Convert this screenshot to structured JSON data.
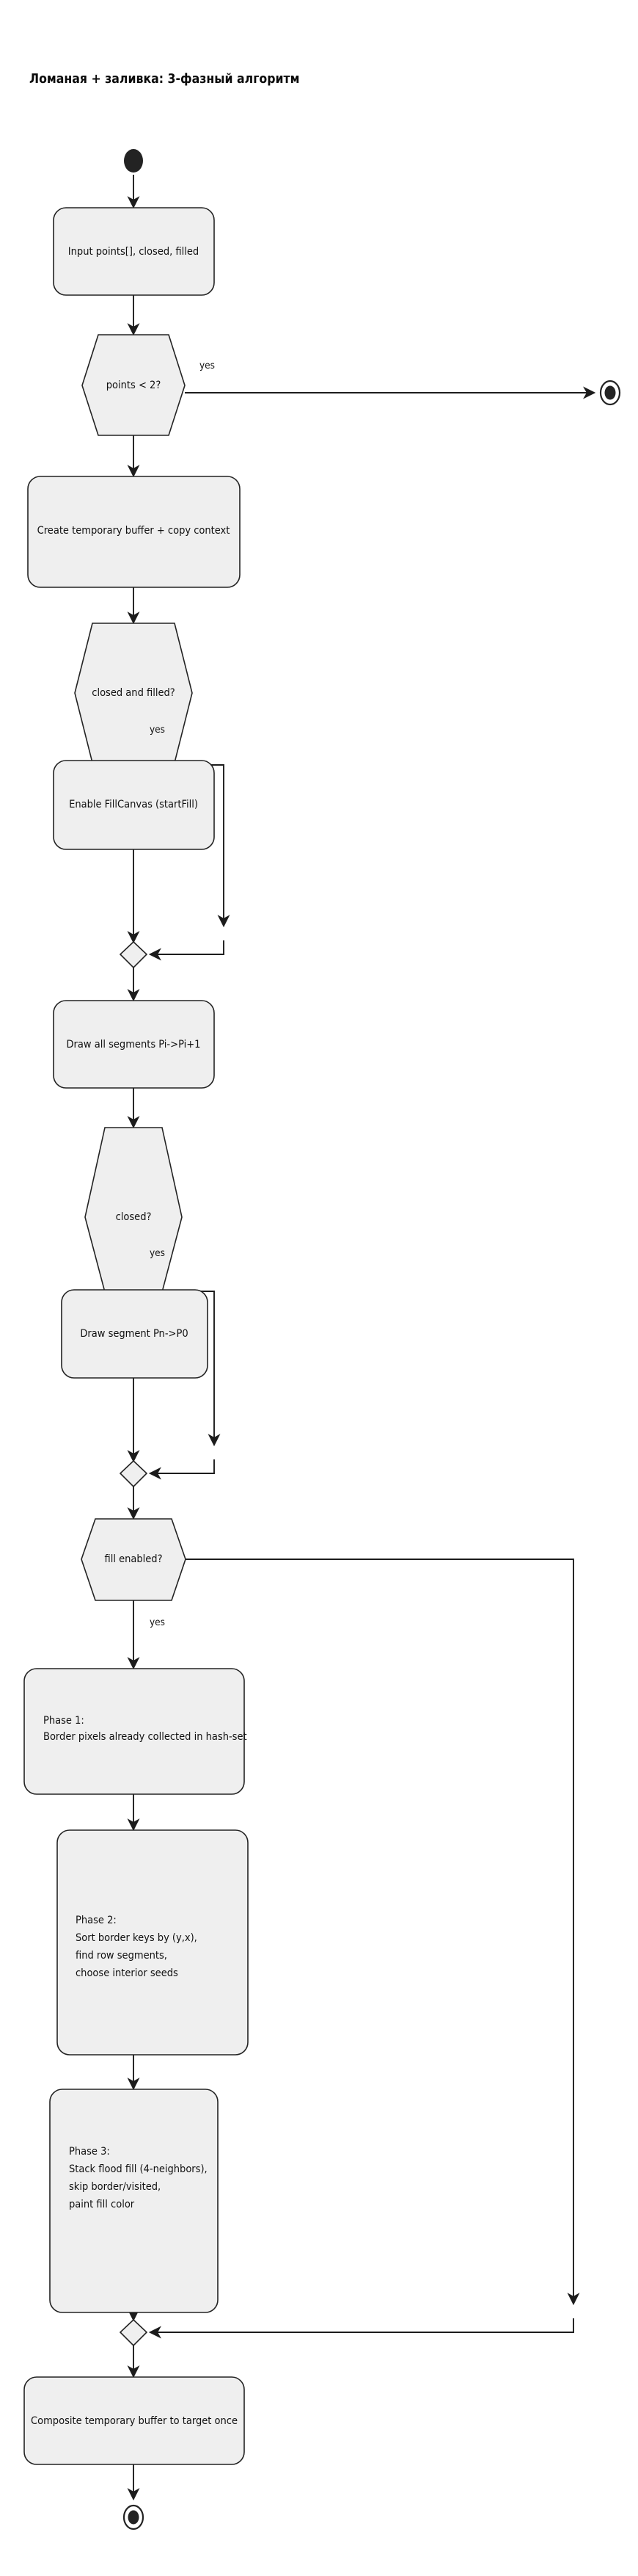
{
  "diagram": {
    "title": "Ломаная + заливка: 3-фазный алгоритм",
    "type": "activity-flowchart",
    "orientation": "top-to-bottom",
    "colors": {
      "node_fill": "#efefef",
      "node_stroke": "#232323",
      "edge_stroke": "#1c1c1c",
      "terminal_fill": "#232323",
      "background": "#ffffff",
      "text": "#111111"
    },
    "nodes": [
      {
        "id": "start",
        "kind": "initial-node",
        "label": ""
      },
      {
        "id": "input",
        "kind": "action",
        "label": "Input points[], closed, filled"
      },
      {
        "id": "points_lt_2",
        "kind": "decision",
        "label": "points < 2?"
      },
      {
        "id": "early_end",
        "kind": "final-node",
        "label": ""
      },
      {
        "id": "create_buf",
        "kind": "action",
        "label": "Create temporary buffer + copy context"
      },
      {
        "id": "closed_filled",
        "kind": "decision",
        "label": "closed and filled?"
      },
      {
        "id": "enable_fill",
        "kind": "action",
        "label": "Enable FillCanvas (startFill)"
      },
      {
        "id": "merge_fill",
        "kind": "merge",
        "label": ""
      },
      {
        "id": "draw_all",
        "kind": "action",
        "label": "Draw all segments Pi->Pi+1"
      },
      {
        "id": "closed_q",
        "kind": "decision",
        "label": "closed?"
      },
      {
        "id": "draw_close",
        "kind": "action",
        "label": "Draw segment Pn->P0"
      },
      {
        "id": "merge_closed",
        "kind": "merge",
        "label": ""
      },
      {
        "id": "fill_enabled",
        "kind": "decision",
        "label": "fill enabled?"
      },
      {
        "id": "phase1",
        "kind": "action",
        "lines": [
          "Phase 1:",
          "Border pixels already collected in hash-set"
        ]
      },
      {
        "id": "phase2",
        "kind": "action",
        "lines": [
          "Phase 2:",
          "Sort border keys by (y,x),",
          "find row segments,",
          "choose interior seeds"
        ]
      },
      {
        "id": "phase3",
        "kind": "action",
        "lines": [
          "Phase 3:",
          "Stack flood fill (4-neighbors),",
          "skip border/visited,",
          "paint fill color"
        ]
      },
      {
        "id": "merge_fill2",
        "kind": "merge",
        "label": ""
      },
      {
        "id": "composite",
        "kind": "action",
        "label": "Composite temporary buffer to target once"
      },
      {
        "id": "end",
        "kind": "final-node",
        "label": ""
      }
    ],
    "edge_labels": {
      "points_lt_2_yes": "yes",
      "closed_filled_yes": "yes",
      "closed_q_yes": "yes",
      "fill_enabled_yes": "yes"
    },
    "edges": [
      {
        "from": "start",
        "to": "input",
        "label": ""
      },
      {
        "from": "input",
        "to": "points_lt_2",
        "label": ""
      },
      {
        "from": "points_lt_2",
        "to": "early_end",
        "label": "yes"
      },
      {
        "from": "points_lt_2",
        "to": "create_buf",
        "label": ""
      },
      {
        "from": "create_buf",
        "to": "closed_filled",
        "label": ""
      },
      {
        "from": "closed_filled",
        "to": "enable_fill",
        "label": "yes"
      },
      {
        "from": "closed_filled",
        "to": "merge_fill",
        "label": ""
      },
      {
        "from": "enable_fill",
        "to": "merge_fill",
        "label": ""
      },
      {
        "from": "merge_fill",
        "to": "draw_all",
        "label": ""
      },
      {
        "from": "draw_all",
        "to": "closed_q",
        "label": ""
      },
      {
        "from": "closed_q",
        "to": "draw_close",
        "label": "yes"
      },
      {
        "from": "closed_q",
        "to": "merge_closed",
        "label": ""
      },
      {
        "from": "draw_close",
        "to": "merge_closed",
        "label": ""
      },
      {
        "from": "merge_closed",
        "to": "fill_enabled",
        "label": ""
      },
      {
        "from": "fill_enabled",
        "to": "phase1",
        "label": "yes"
      },
      {
        "from": "fill_enabled",
        "to": "merge_fill2",
        "label": ""
      },
      {
        "from": "phase1",
        "to": "phase2",
        "label": ""
      },
      {
        "from": "phase2",
        "to": "phase3",
        "label": ""
      },
      {
        "from": "phase3",
        "to": "merge_fill2",
        "label": ""
      },
      {
        "from": "merge_fill2",
        "to": "composite",
        "label": ""
      },
      {
        "from": "composite",
        "to": "end",
        "label": ""
      }
    ]
  }
}
